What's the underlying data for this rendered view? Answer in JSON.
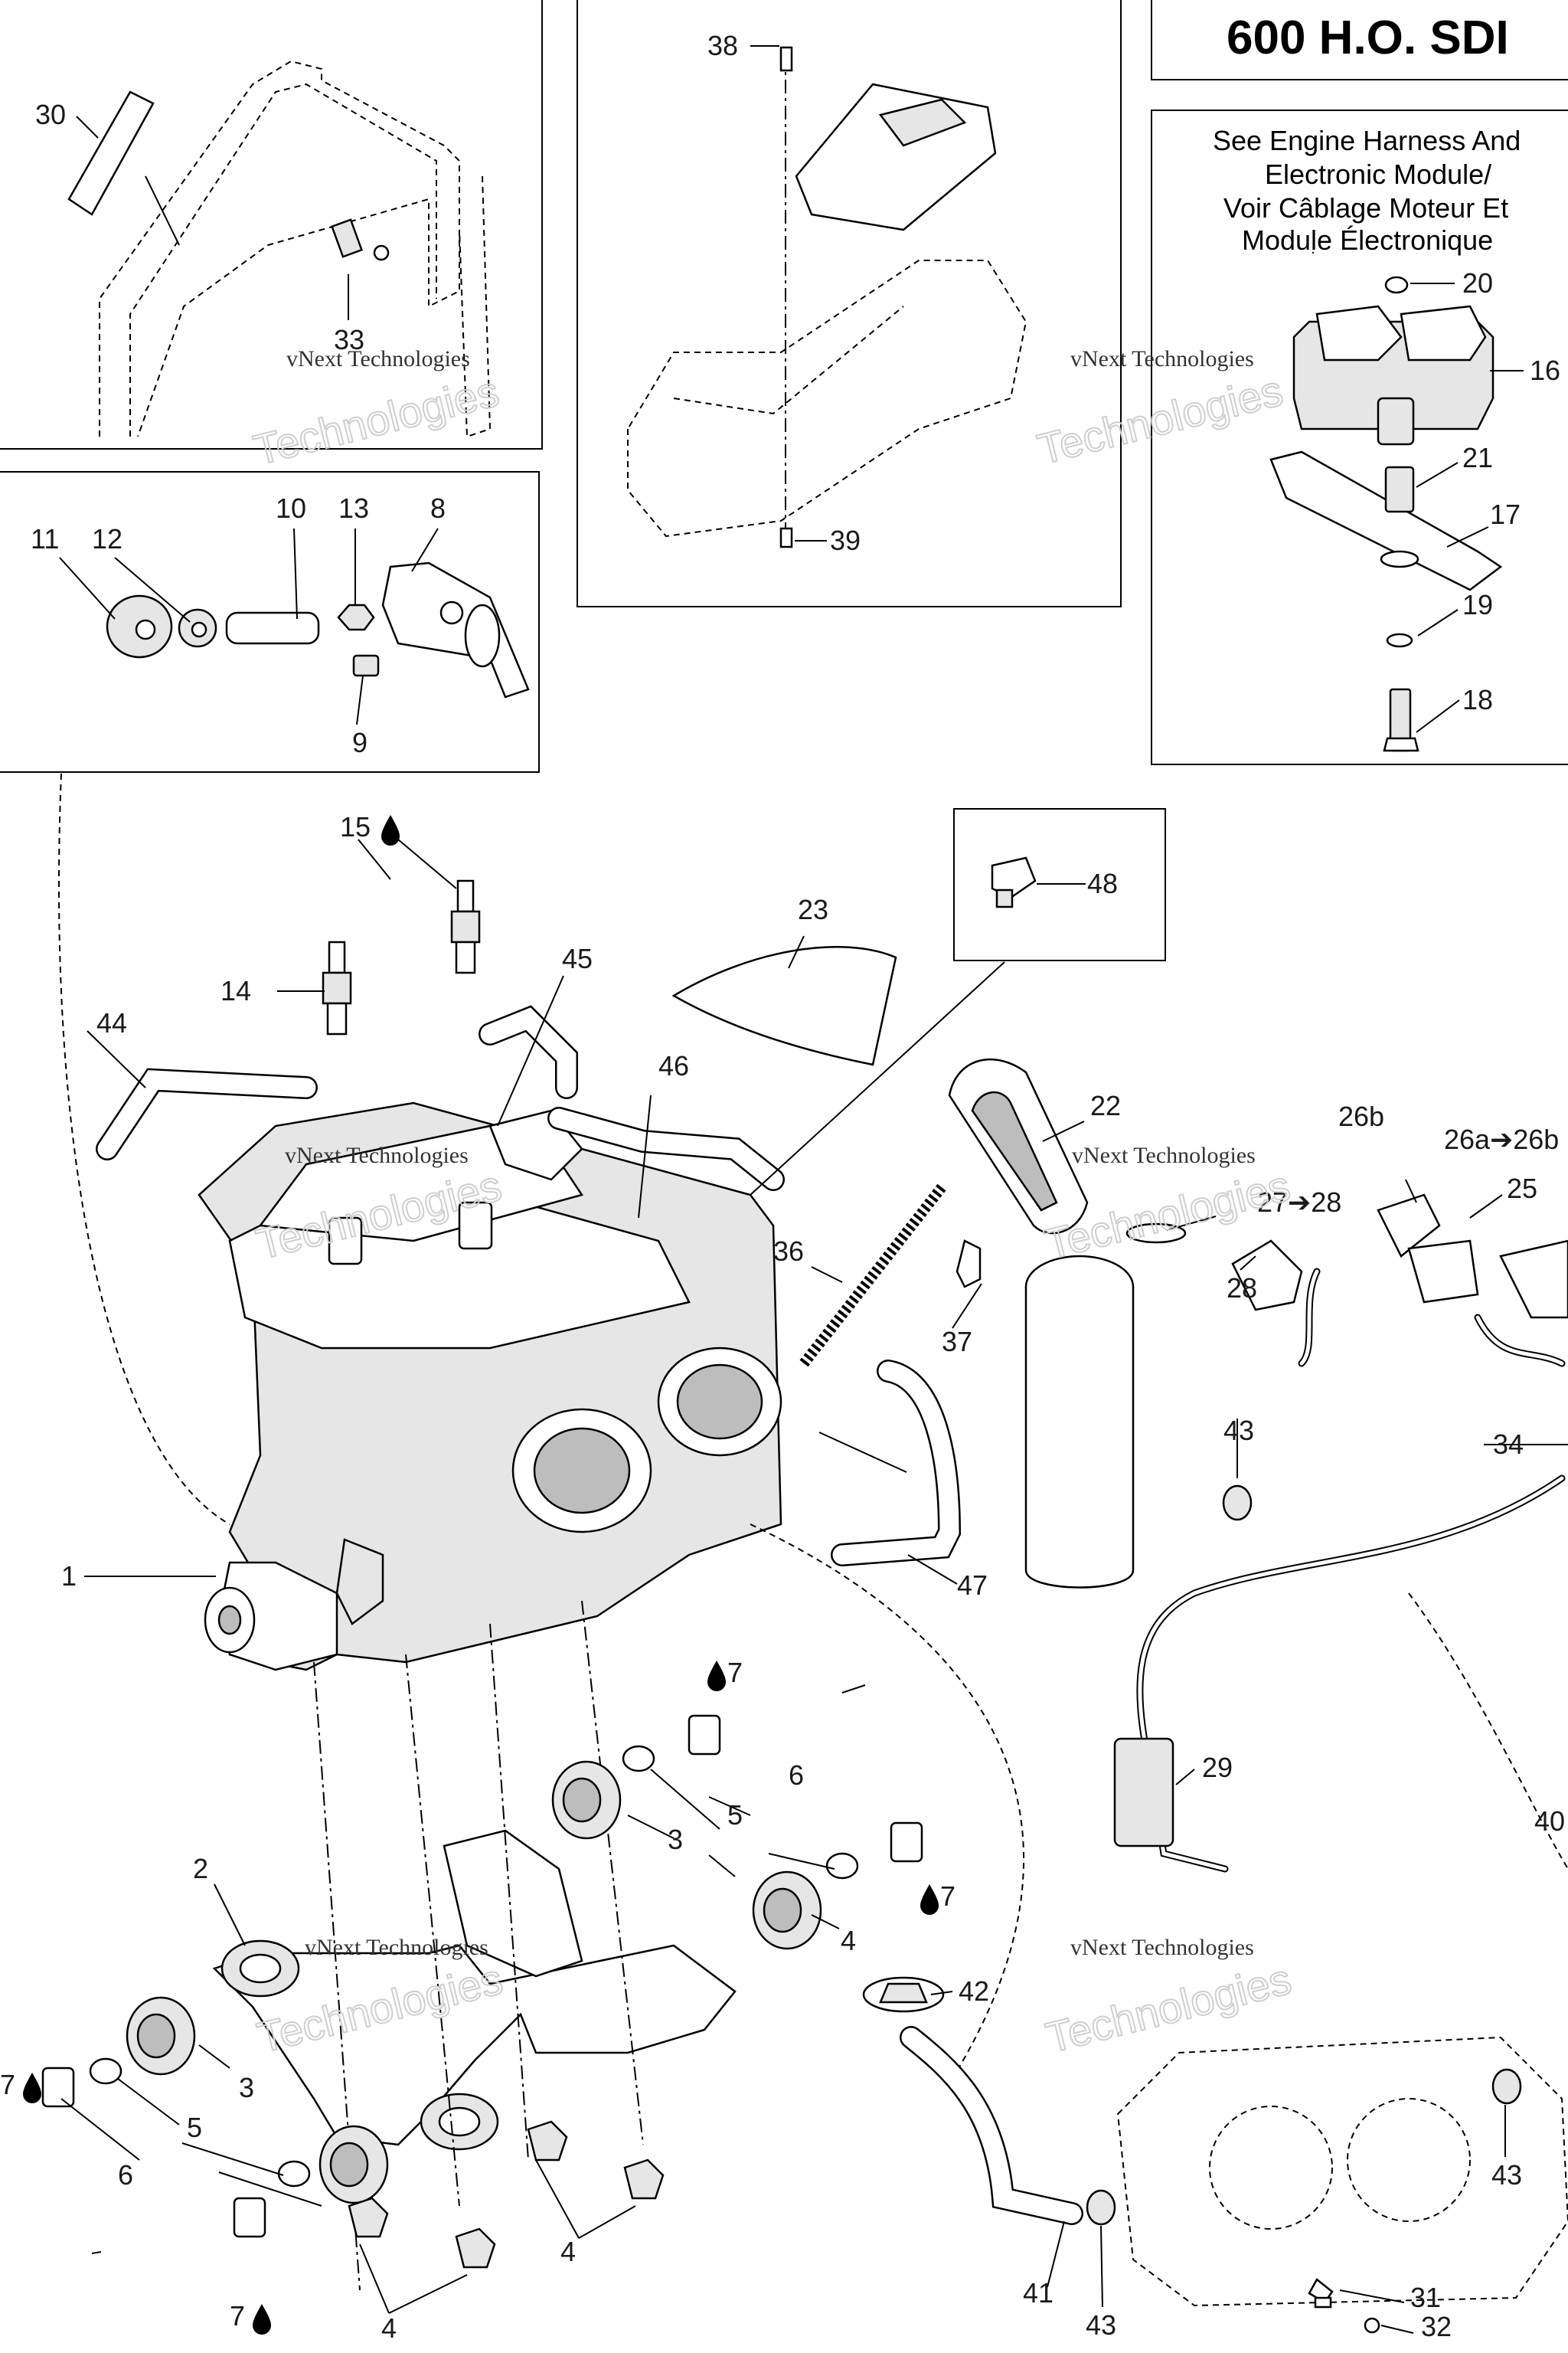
{
  "title": "600 H.O. SDI",
  "module_note": {
    "lines": [
      "See Engine Harness And",
      "Electronic Module/",
      "Voir Câblage Moteur Et",
      "Module Électronique"
    ]
  },
  "watermark": {
    "line1": "vNext Technologies",
    "line2": "Technologies"
  },
  "oil_symbol": "droplet",
  "callouts": {
    "c1": "1",
    "c2": "2",
    "c3a": "3",
    "c3b": "3",
    "c4a": "4",
    "c4b": "4",
    "c4c": "4",
    "c5a": "5",
    "c5b": "5",
    "c6a": "6",
    "c6b": "6",
    "c7a": "7",
    "c7b": "7",
    "c7c": "7",
    "c7d": "7",
    "c8": "8",
    "c9": "9",
    "c10": "10",
    "c11": "11",
    "c12": "12",
    "c13": "13",
    "c14": "14",
    "c15": "15",
    "c16": "16",
    "c17": "17",
    "c18": "18",
    "c19": "19",
    "c20": "20",
    "c21": "21",
    "c22": "22",
    "c23": "23",
    "c25": "25",
    "c26a": "26a➔26b",
    "c26b": "26b",
    "c27": "27➔28",
    "c28": "28",
    "c29": "29",
    "c30": "30",
    "c31": "31",
    "c32": "32",
    "c33": "33",
    "c34": "34",
    "c36": "36",
    "c37": "37",
    "c38": "38",
    "c39": "39",
    "c40": "40",
    "c41": "41",
    "c42": "42",
    "c43a": "43",
    "c43b": "43",
    "c43c": "43",
    "c44": "44",
    "c45": "45",
    "c46": "46",
    "c47": "47",
    "c48": "48"
  }
}
